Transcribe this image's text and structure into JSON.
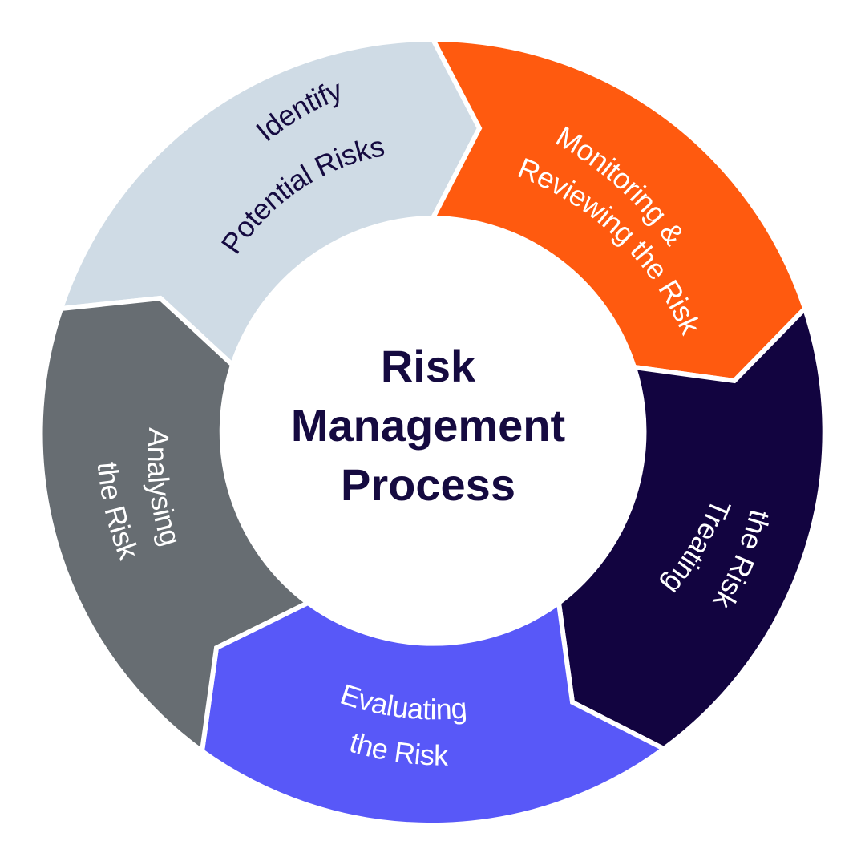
{
  "title": {
    "lines": [
      "Risk",
      "Management",
      "Process"
    ]
  },
  "steps": [
    {
      "name": "identify",
      "lines": [
        "Identify",
        "Potential Risks"
      ],
      "fill": "#cfdbe5",
      "text_color": "#150a40"
    },
    {
      "name": "monitoring",
      "lines": [
        "Monitoring &",
        "Reviewing the Risk"
      ],
      "fill": "#ff5a0f",
      "text_color": "#ffffff"
    },
    {
      "name": "treating",
      "lines": [
        "Treating",
        "the Risk"
      ],
      "fill": "#120440",
      "text_color": "#ffffff"
    },
    {
      "name": "evaluating",
      "lines": [
        "Evaluating",
        "the Risk"
      ],
      "fill": "#5858f8",
      "text_color": "#ffffff"
    },
    {
      "name": "analysing",
      "lines": [
        "Analysing",
        "the Risk"
      ],
      "fill": "#676d72",
      "text_color": "#ffffff"
    }
  ],
  "colors": {
    "separator": "#ffffff",
    "title": "#150a40"
  }
}
